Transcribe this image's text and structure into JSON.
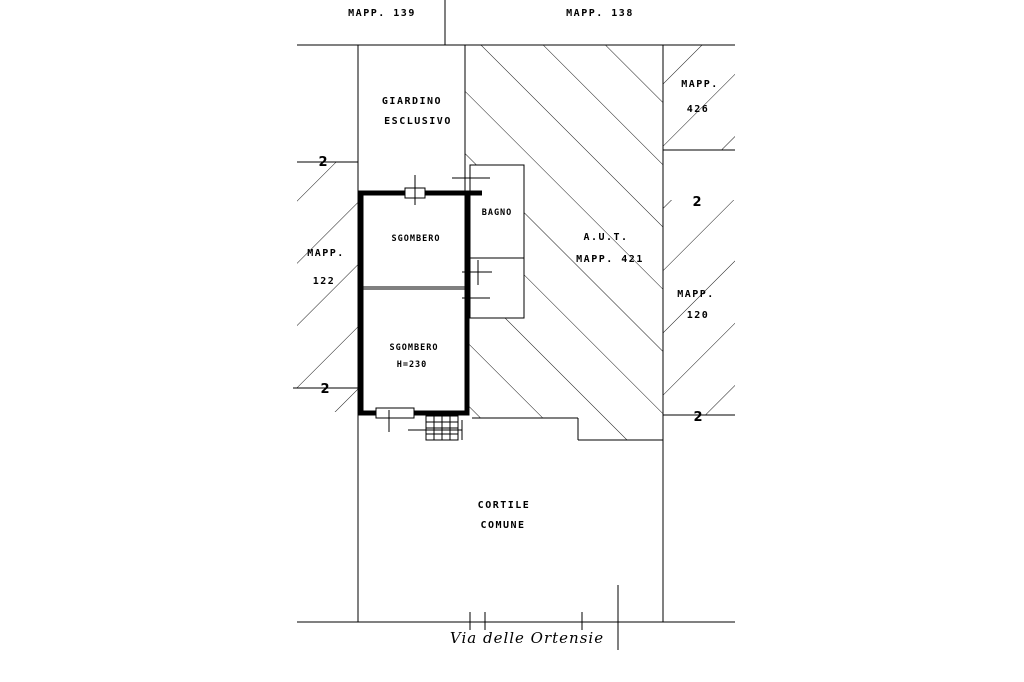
{
  "plots": {
    "mapp_139": "MAPP. 139",
    "mapp_138": "MAPP. 138",
    "mapp_426": [
      "MAPP.",
      "426"
    ],
    "mapp_122": [
      "MAPP.",
      "122"
    ],
    "aut_mapp_421": [
      "A.U.T.",
      "MAPP. 421"
    ],
    "mapp_120": [
      "MAPP.",
      "120"
    ]
  },
  "areas": {
    "giardino": [
      "GIARDINO",
      "ESCLUSIVO"
    ],
    "cortile": [
      "CORTILE",
      "COMUNE"
    ]
  },
  "rooms": {
    "bagno": "BAGNO",
    "sgombero_1": "SGOMBERO",
    "sgombero_2": [
      "SGOMBERO",
      "H=230"
    ]
  },
  "level_marks": {
    "left_top": "2",
    "left_bottom": "2",
    "right_top": "2",
    "right_bottom": "2"
  },
  "street": "Via delle Ortensie"
}
